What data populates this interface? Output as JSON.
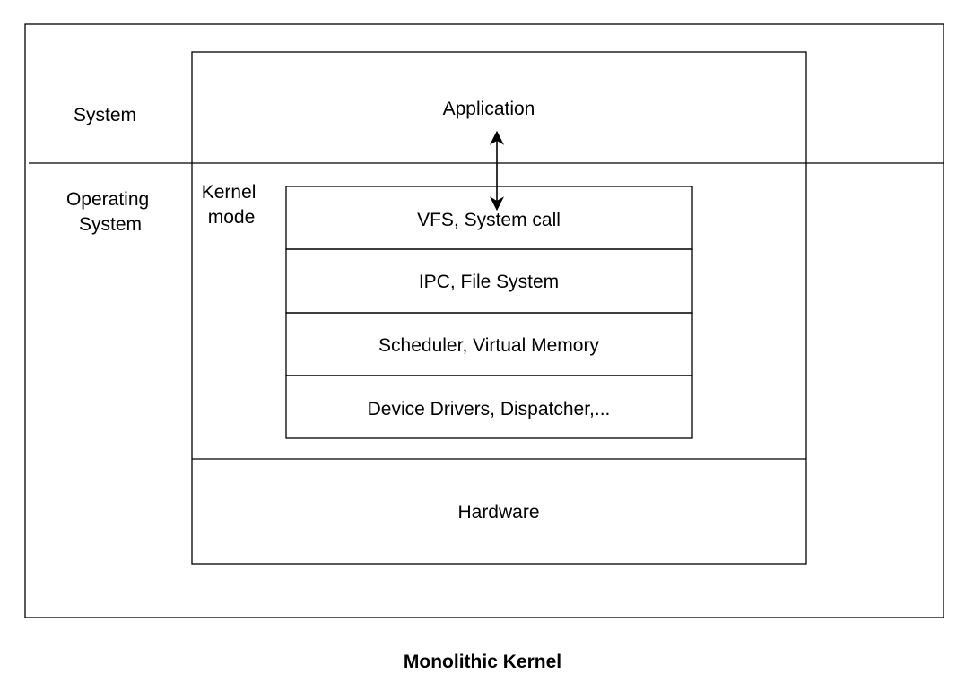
{
  "labels": {
    "system": "System",
    "operating_system": [
      "Operating",
      "System"
    ],
    "kernel_mode": [
      "Kernel",
      "mode"
    ],
    "application": "Application",
    "hardware": "Hardware"
  },
  "kernel_layers": [
    "VFS, System call",
    "IPC, File System",
    "Scheduler, Virtual Memory",
    "Device Drivers, Dispatcher,..."
  ],
  "caption": "Monolithic Kernel",
  "colors": {
    "stroke": "#000000",
    "background": "#ffffff",
    "text": "#000000"
  }
}
